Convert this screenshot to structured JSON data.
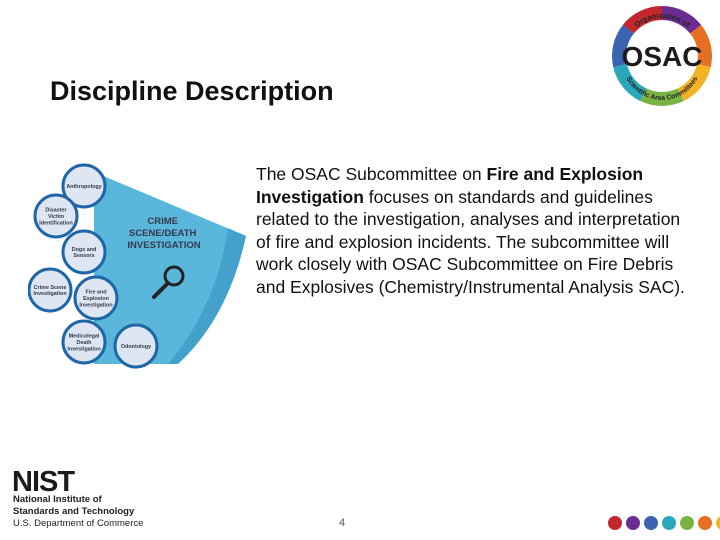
{
  "slide": {
    "title": "Discipline Description",
    "page_number": "4",
    "body": {
      "prefix": "The OSAC Subcommittee on ",
      "bold_name": "Fire and Explosion Investigation",
      "suffix": " focuses on standards and guidelines related to the investigation, analyses and interpretation of fire and explosion incidents. The subcommittee will work closely with OSAC Subcommittee on Fire Debris and Explosives (Chemistry/Instrumental Analysis SAC)."
    }
  },
  "osac_logo": {
    "wordmark": "OSAC",
    "arc_text_top": "Organization of",
    "arc_text_bottom": "Scientific Area Committees",
    "ring_colors": [
      "#6a2c91",
      "#e76f24",
      "#f0b323",
      "#7bb342",
      "#2aa7b8",
      "#3b63b0",
      "#c1272d"
    ]
  },
  "diagram": {
    "center_line1": "CRIME",
    "center_line2": "SCENE/DEATH",
    "center_line3": "INVESTIGATION",
    "nodes": [
      {
        "line1": "Anthropology",
        "line2": "",
        "line3": ""
      },
      {
        "line1": "Disaster",
        "line2": "Victim",
        "line3": "Identification"
      },
      {
        "line1": "Dogs and",
        "line2": "Sensors",
        "line3": ""
      },
      {
        "line1": "Crime Scene",
        "line2": "Investigation",
        "line3": ""
      },
      {
        "line1": "Fire and",
        "line2": "Explosion",
        "line3": "Investigation"
      },
      {
        "line1": "Medicolegal",
        "line2": "Death",
        "line3": "Investigation"
      },
      {
        "line1": "Odontology",
        "line2": "",
        "line3": ""
      }
    ],
    "colors": {
      "wedge": "#5bb6dc",
      "wedge_dark": "#2f8fc0",
      "node_ring": "#1f66a8",
      "node_fill": "#dde6f2"
    }
  },
  "nist": {
    "wordmark": "NIST",
    "line1": "National Institute of",
    "line2": "Standards and Technology",
    "line3": "U.S. Department of Commerce"
  },
  "footer_dots": {
    "colors": [
      "#c1272d",
      "#6a2c91",
      "#3b63b0",
      "#2aa7b8",
      "#7bb342",
      "#e76f24",
      "#f0b323"
    ]
  }
}
